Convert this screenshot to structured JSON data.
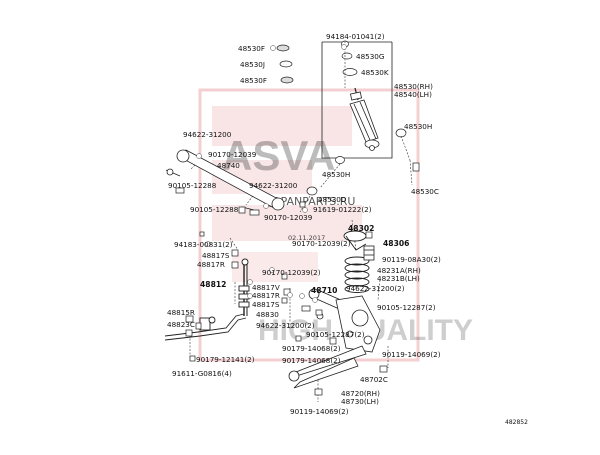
{
  "watermark": {
    "brand": "ASVA",
    "site": "JAPANPARTS.RU",
    "date": "02.11.2017",
    "extra": "HIGH QUALITY"
  },
  "figure_id": "482852",
  "labels": {
    "p94184": "94184-01041(2)",
    "p48530F_a": "48530F",
    "p48530G": "48530G",
    "p48530J": "48530J",
    "p48530K": "48530K",
    "p48530F_b": "48530F",
    "p48530RH": "48530(RH)",
    "p48540LH": "48540(LH)",
    "p48530H_r": "48530H",
    "p94622_top": "94622-31200",
    "p90170_top": "90170-12039",
    "p48740": "48740",
    "p90105_a": "90105-12288",
    "p94622_mid": "94622-31200",
    "p48530H_c": "48530H",
    "p48530C": "48530C",
    "p48530D": "48530D",
    "p90105_b": "90105-12288",
    "p91619": "91619-01222(2)",
    "p90170_b": "90170-12039",
    "p48302": "48302",
    "p94183": "94183-00831(2)",
    "p90170_c": "90170-12039(2)",
    "p48306": "48306",
    "p48817S": "48817S",
    "p90119_08": "90119-08A30(2)",
    "p48817R": "48817R",
    "p48231A": "48231A(RH)",
    "p48231B": "48231B(LH)",
    "p90170_d": "90170-12039(2)",
    "p48812": "48812",
    "p48817V": "48817V",
    "p48710": "48710",
    "p94622_r": "94622-31200(2)",
    "p48817R_b": "48817R",
    "p48817S_b": "48817S",
    "p90105_c": "90105-12287(2)",
    "p48815R": "48815R",
    "p48830": "48830",
    "p48823C": "48823C",
    "p94622_b": "94622-31200(2)",
    "p90105_d": "90105-12287(2)",
    "p90179_c": "90179-14068(2)",
    "p90119_14r": "90119-14069(2)",
    "p90179_12": "90179-12141(2)",
    "p90179_14": "90179-14068(2)",
    "p48702C": "48702C",
    "p91611": "91611-G0816(4)",
    "p48720": "48720(RH)",
    "p48730": "48730(LH)",
    "p90119_14b": "90119-14069(2)"
  }
}
